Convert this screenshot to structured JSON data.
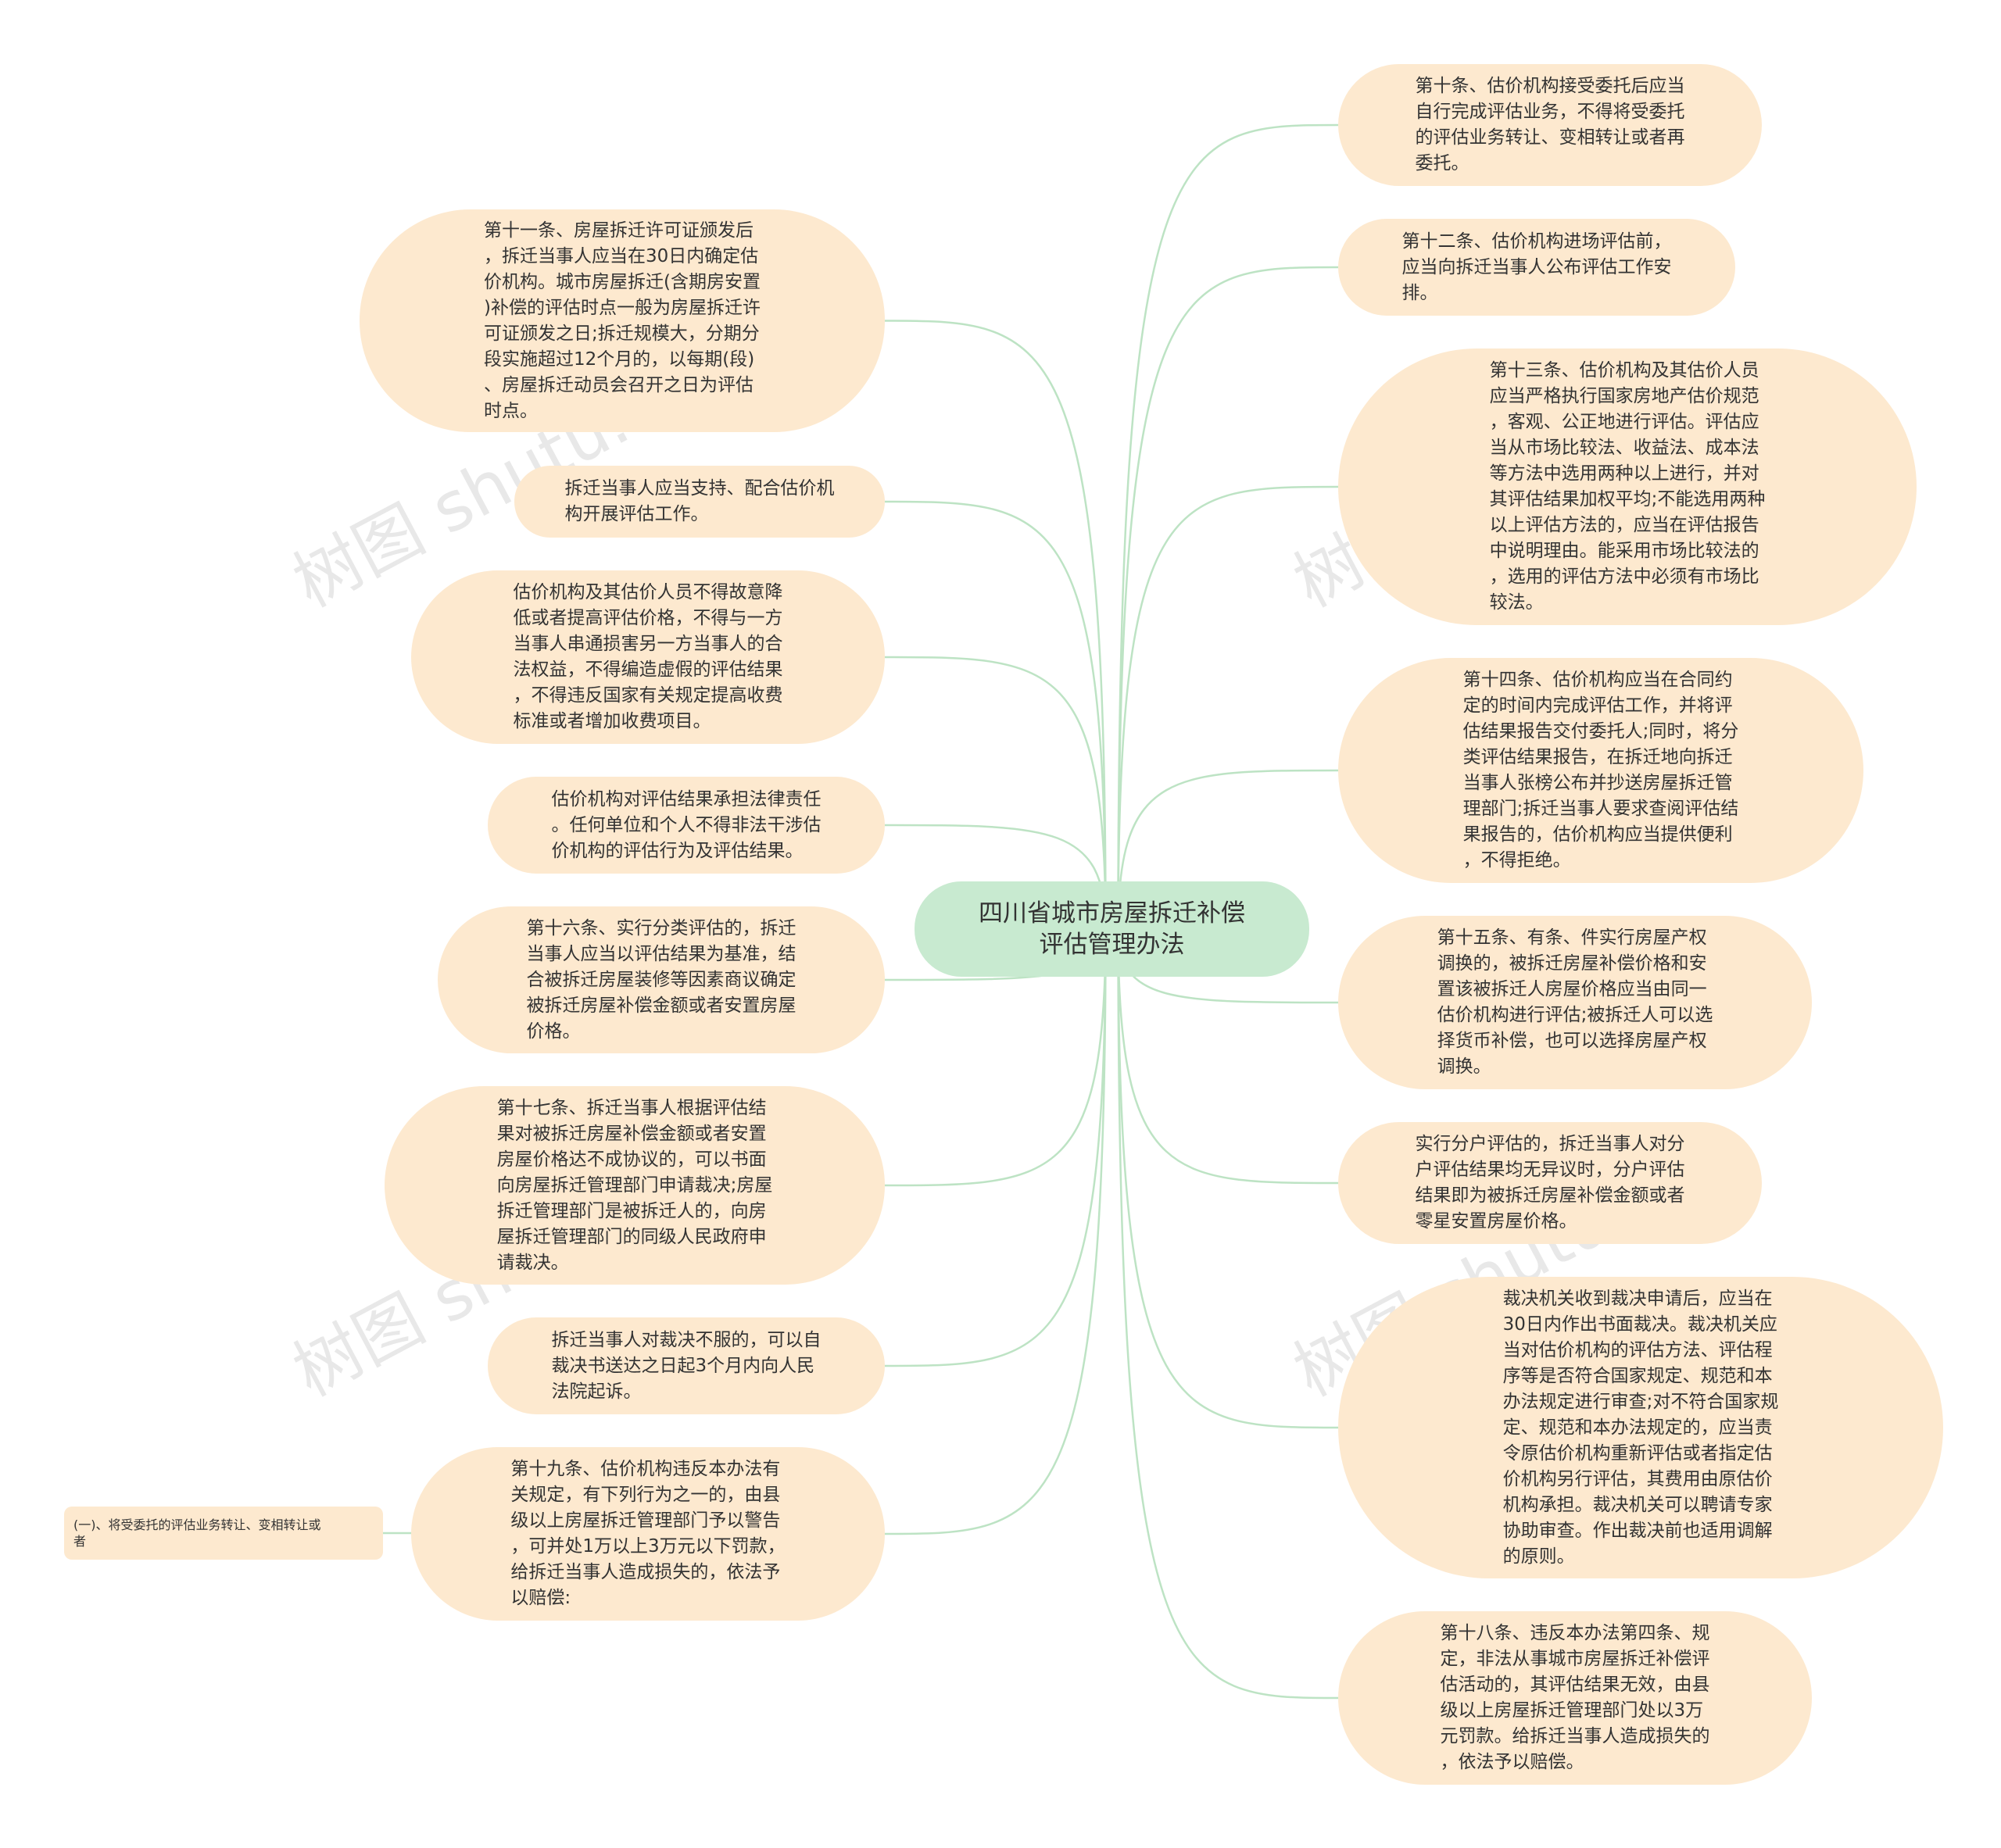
{
  "root": {
    "label": "四川省城市房屋拆迁补偿\n评估管理办法"
  },
  "colors": {
    "node_fill": "#fde9cf",
    "root_fill": "#c8ead0",
    "edge": "#bde3c4",
    "text": "#333333"
  },
  "left_nodes": [
    {
      "id": "L1",
      "text": "第十一条、房屋拆迁许可证颁发后\n，拆迁当事人应当在30日内确定估\n价机构。城市房屋拆迁(含期房安置\n)补偿的评估时点一般为房屋拆迁许\n可证颁发之日;拆迁规模大，分期分\n段实施超过12个月的，以每期(段)\n、房屋拆迁动员会召开之日为评估\n时点。"
    },
    {
      "id": "L2",
      "text": "拆迁当事人应当支持、配合估价机\n构开展评估工作。"
    },
    {
      "id": "L3",
      "text": "估价机构及其估价人员不得故意降\n低或者提高评估价格，不得与一方\n当事人串通损害另一方当事人的合\n法权益，不得编造虚假的评估结果\n，不得违反国家有关规定提高收费\n标准或者增加收费项目。"
    },
    {
      "id": "L4",
      "text": "估价机构对评估结果承担法律责任\n。任何单位和个人不得非法干涉估\n价机构的评估行为及评估结果。"
    },
    {
      "id": "L5",
      "text": "第十六条、实行分类评估的，拆迁\n当事人应当以评估结果为基准，结\n合被拆迁房屋装修等因素商议确定\n被拆迁房屋补偿金额或者安置房屋\n价格。"
    },
    {
      "id": "L6",
      "text": "第十七条、拆迁当事人根据评估结\n果对被拆迁房屋补偿金额或者安置\n房屋价格达不成协议的，可以书面\n向房屋拆迁管理部门申请裁决;房屋\n拆迁管理部门是被拆迁人的，向房\n屋拆迁管理部门的同级人民政府申\n请裁决。"
    },
    {
      "id": "L7",
      "text": "拆迁当事人对裁决不服的，可以自\n裁决书送达之日起3个月内向人民\n法院起诉。"
    },
    {
      "id": "L8",
      "text": "第十九条、估价机构违反本办法有\n关规定，有下列行为之一的，由县\n级以上房屋拆迁管理部门予以警告\n，可并处1万以上3万元以下罚款，\n给拆迁当事人造成损失的，依法予\n以赔偿:"
    }
  ],
  "leaf": {
    "text": "(一)、将受委托的评估业务转让、变相转让或\n者"
  },
  "right_nodes": [
    {
      "id": "R1",
      "text": "第十条、估价机构接受委托后应当\n自行完成评估业务，不得将受委托\n的评估业务转让、变相转让或者再\n委托。"
    },
    {
      "id": "R2",
      "text": "第十二条、估价机构进场评估前，\n应当向拆迁当事人公布评估工作安\n排。"
    },
    {
      "id": "R3",
      "text": "第十三条、估价机构及其估价人员\n应当严格执行国家房地产估价规范\n，客观、公正地进行评估。评估应\n当从市场比较法、收益法、成本法\n等方法中选用两种以上进行，并对\n其评估结果加权平均;不能选用两种\n以上评估方法的，应当在评估报告\n中说明理由。能采用市场比较法的\n，选用的评估方法中必须有市场比\n较法。"
    },
    {
      "id": "R4",
      "text": "第十四条、估价机构应当在合同约\n定的时间内完成评估工作，并将评\n估结果报告交付委托人;同时，将分\n类评估结果报告，在拆迁地向拆迁\n当事人张榜公布并抄送房屋拆迁管\n理部门;拆迁当事人要求查阅评估结\n果报告的，估价机构应当提供便利\n，不得拒绝。"
    },
    {
      "id": "R5",
      "text": "第十五条、有条、件实行房屋产权\n调换的，被拆迁房屋补偿价格和安\n置该被拆迁人房屋价格应当由同一\n估价机构进行评估;被拆迁人可以选\n择货币补偿，也可以选择房屋产权\n调换。"
    },
    {
      "id": "R6",
      "text": "实行分户评估的，拆迁当事人对分\n户评估结果均无异议时，分户评估\n结果即为被拆迁房屋补偿金额或者\n零星安置房屋价格。"
    },
    {
      "id": "R7",
      "text": "裁决机关收到裁决申请后，应当在\n30日内作出书面裁决。裁决机关应\n当对估价机构的评估方法、评估程\n序等是否符合国家规定、规范和本\n办法规定进行审查;对不符合国家规\n定、规范和本办法规定的，应当责\n令原估价机构重新评估或者指定估\n价机构另行评估，其费用由原估价\n机构承担。裁决机关可以聘请专家\n协助审查。作出裁决前也适用调解\n的原则。"
    },
    {
      "id": "R8",
      "text": "第十八条、违反本办法第四条、规\n定，非法从事城市房屋拆迁补偿评\n估活动的，其评估结果无效，由县\n级以上房屋拆迁管理部门处以3万\n元罚款。给拆迁当事人造成损失的\n，依法予以赔偿。"
    }
  ],
  "watermark": "树图 shutu.cn"
}
